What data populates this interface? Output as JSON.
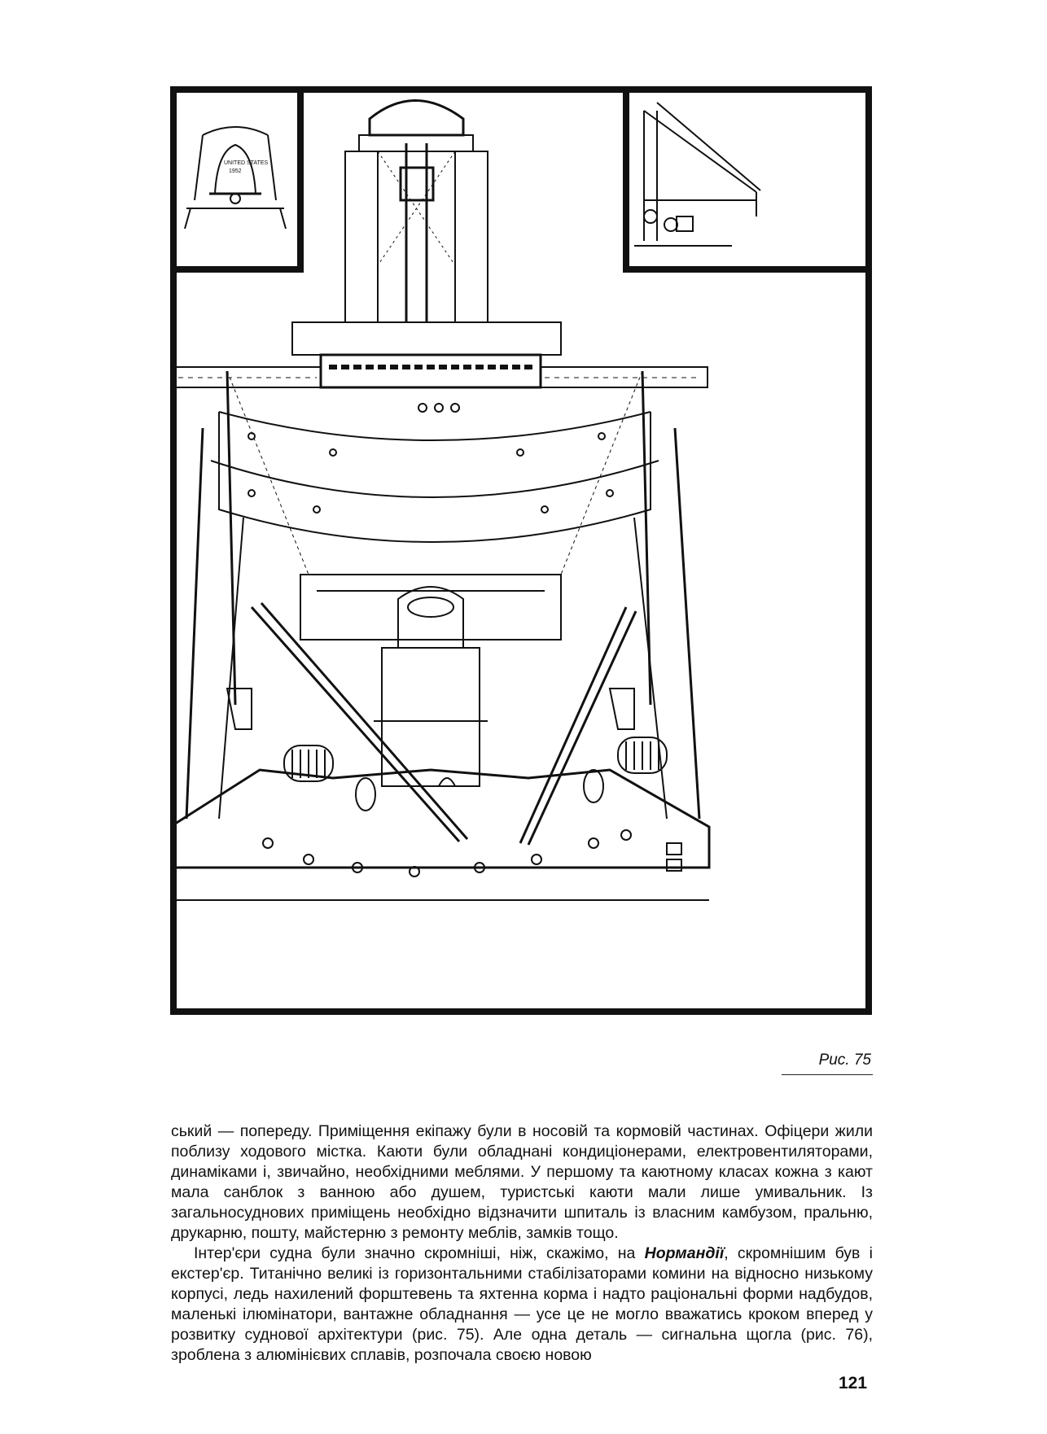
{
  "figure": {
    "caption": "Рис. 75",
    "bell_inscription": [
      "UNITED STATES",
      "1952"
    ],
    "stroke_color": "#111111",
    "background_color": "#ffffff"
  },
  "body_text": {
    "paragraph_1": "ський — попереду. Приміщення екіпажу були в носовій та кормовій частинах. Офіцери жили поблизу ходового містка. Каюти були обладнані кондиціонерами, електровентиляторами, динаміками і, звичайно, необхідними меблями. У першому та каютному класах кожна з кают мала санблок з ванною або душем, туристські каюти мали лише умивальник. Із загальносуднових приміщень необхідно відзначити шпиталь із власним камбузом, пральню, друкарню, пошту, майстерню з ремонту меблів, замків тощо.",
    "paragraph_2_before": "Інтер'єри судна були значно скромніші, ніж, скажімо, на ",
    "paragraph_2_emphasis": "Нормандії",
    "paragraph_2_after": ", скромнішим був і екстер'єр. Титанічно великі із горизонтальними стабілізаторами комини на відносно низькому корпусі, ледь нахилений форштевень та яхтенна корма і надто раціональні форми надбудов, маленькі ілюмінатори, вантажне обладнання — усе це не могло вважатись кроком вперед у розвитку суднової архітектури (рис. 75). Але одна деталь — сигнальна щогла (рис. 76), зроблена з алюмінієвих сплавів, розпочала своєю новою"
  },
  "page_number": "121"
}
